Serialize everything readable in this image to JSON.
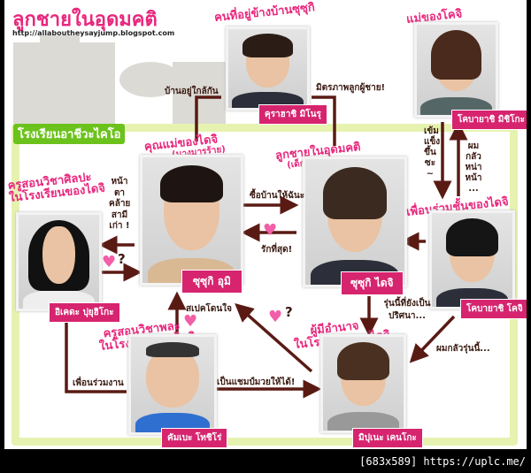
{
  "title": "ลูกชายในอุดมคติ",
  "url": "http://allaboutheysayjump.blogspot.com",
  "school_label": "โรงเรียนอาชีวะไคโอ",
  "footer": "[683x589] https://uplc.me/",
  "colors": {
    "accent": "#d6246f",
    "caption": "#e8277d",
    "line": "#5a1a14",
    "frame": "#e6f2b0",
    "school_tag": "#6cc21c"
  },
  "people": {
    "kurahashi": {
      "caption": "คนที่อยู่ข้างบ้านซุซุกิ",
      "name": "คุราฮาชิ มิโนรุ"
    },
    "michiko": {
      "caption": "แม่ของโคจิ",
      "name": "โคบายาชิ มิชิโกะ"
    },
    "umi": {
      "caption": "คุณแม่ของไดจิ",
      "sub": "(นางมารร้าย)",
      "name": "ซุซุกิ อุมิ"
    },
    "daiji": {
      "caption": "ลูกชายในอุดมคติ",
      "sub": "(เด็กติดแม่)",
      "name": "ซุซุกิ ไดจิ"
    },
    "ikeda": {
      "caption": "ครูสอนวิชาศิลปะ",
      "sub": "ในโรงเรียนของไดจิ",
      "name": "อิเคดะ ปุยุฮิโกะ"
    },
    "koji": {
      "caption": "เพื่อนร่วมชั้นของไดจิ",
      "name": "โคบายาชิ โคจิ"
    },
    "kanbe": {
      "caption": "ครูสอนวิชาพละ",
      "sub": "ในโรงเรียนของไดจิ",
      "name": "คัมเบะ โทชิโร่"
    },
    "mippune": {
      "caption": "ผู้มีอำนาจ",
      "sub": "ในโรงเรียนของไดจิ",
      "name": "มิปุเนะ เคนโกะ"
    }
  },
  "relations": {
    "neighbors": "บ้านอยู่ใกล้กัน",
    "friendship": "มิตรภาพลูกผู้ชาย!",
    "michiko_to_koji": "เข้ม แข็ง ขึ้น ซะ ~",
    "koji_to_michiko": "ผม กลัว หน่า หน้า ...",
    "umi_to_daiji": "ซื้อบ้านให้ฉันะ",
    "daiji_to_umi": "รักที่สุด!",
    "umi_to_ikeda": "หน้า ตา คล้าย สามี เก่า !",
    "kanbe_to_umi": "สเปคโดนใจ",
    "daiji_to_mippune": "รุ่นนี้ที่ยังเป็น ปริศนา...",
    "koji_to_mippune": "ผมกลัวรุ่นนี้...",
    "ikeda_kanbe": "เพื่อนร่วมงาน",
    "kanbe_to_mippune": "เป็นแชมป์มวยให้ได้!",
    "question": "?"
  }
}
